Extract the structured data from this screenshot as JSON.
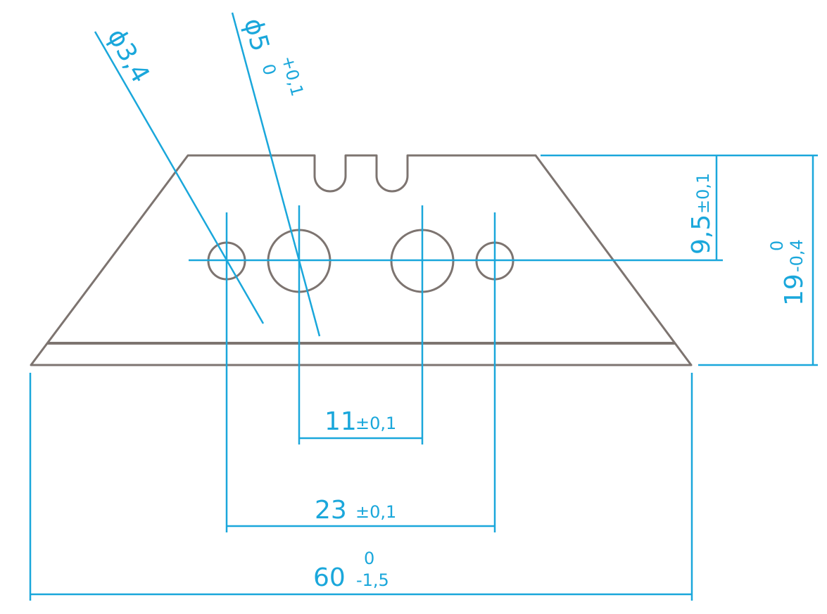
{
  "colors": {
    "outline": "#7d7470",
    "dimension": "#1aa7db",
    "background": "#ffffff"
  },
  "dimensions": {
    "small_hole": {
      "symbol": "ϕ",
      "value": "3,4"
    },
    "large_hole": {
      "symbol": "ϕ",
      "value": "5",
      "tol_upper": "+0,1",
      "tol_lower": "0"
    },
    "hole_offset": {
      "value": "9,5",
      "tol": "±0,1"
    },
    "height": {
      "value": "19",
      "tol_upper": "0",
      "tol_lower": "-0,4"
    },
    "inner_spacing": {
      "value": "11",
      "tol": "±0,1"
    },
    "outer_spacing": {
      "value": "23",
      "tol": "±0,1"
    },
    "width": {
      "value": "60",
      "tol_upper": "0",
      "tol_lower": "-1,5"
    }
  }
}
